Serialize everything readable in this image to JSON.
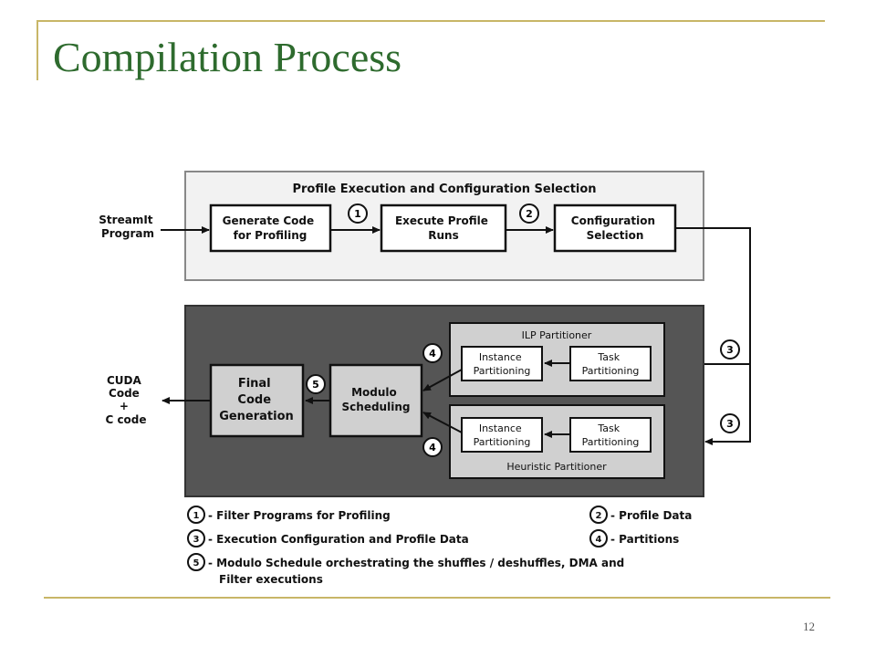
{
  "slide": {
    "title": "Compilation Process",
    "page_number": "12"
  },
  "diagram": {
    "top_panel_title": "Profile Execution and Configuration Selection",
    "input_label": [
      "StreamIt",
      "Program"
    ],
    "generate_box": [
      "Generate Code",
      "for Profiling"
    ],
    "execute_box": [
      "Execute Profile",
      "Runs"
    ],
    "config_box": [
      "Configuration",
      "Selection"
    ],
    "ilp_title": "ILP Partitioner",
    "heuristic_title": "Heuristic Partitioner",
    "instance_box": [
      "Instance",
      "Partitioning"
    ],
    "task_box": [
      "Task",
      "Partitioning"
    ],
    "modulo_box": [
      "Modulo",
      "Scheduling"
    ],
    "final_box": [
      "Final",
      "Code",
      "Generation"
    ],
    "output_label": [
      "CUDA",
      "Code",
      "+",
      "C code"
    ],
    "step_markers": [
      "1",
      "2",
      "3",
      "3",
      "4",
      "4",
      "5"
    ]
  },
  "legend": {
    "item1": "- Filter Programs for Profiling",
    "item2": "- Profile Data",
    "item3": "- Execution Configuration and Profile Data",
    "item4": "- Partitions",
    "item5_line1": "- Modulo Schedule orchestrating the shuffles / deshuffles, DMA and",
    "item5_line2": "Filter executions",
    "num1": "1",
    "num2": "2",
    "num3": "3",
    "num4": "4",
    "num5": "5"
  },
  "colors": {
    "title_green": "#2e6b2e",
    "decor_gold": "#c8b667",
    "panel_dark": "#555555",
    "panel_light": "#f2f2f2",
    "box_gray": "#d0d0d0"
  }
}
